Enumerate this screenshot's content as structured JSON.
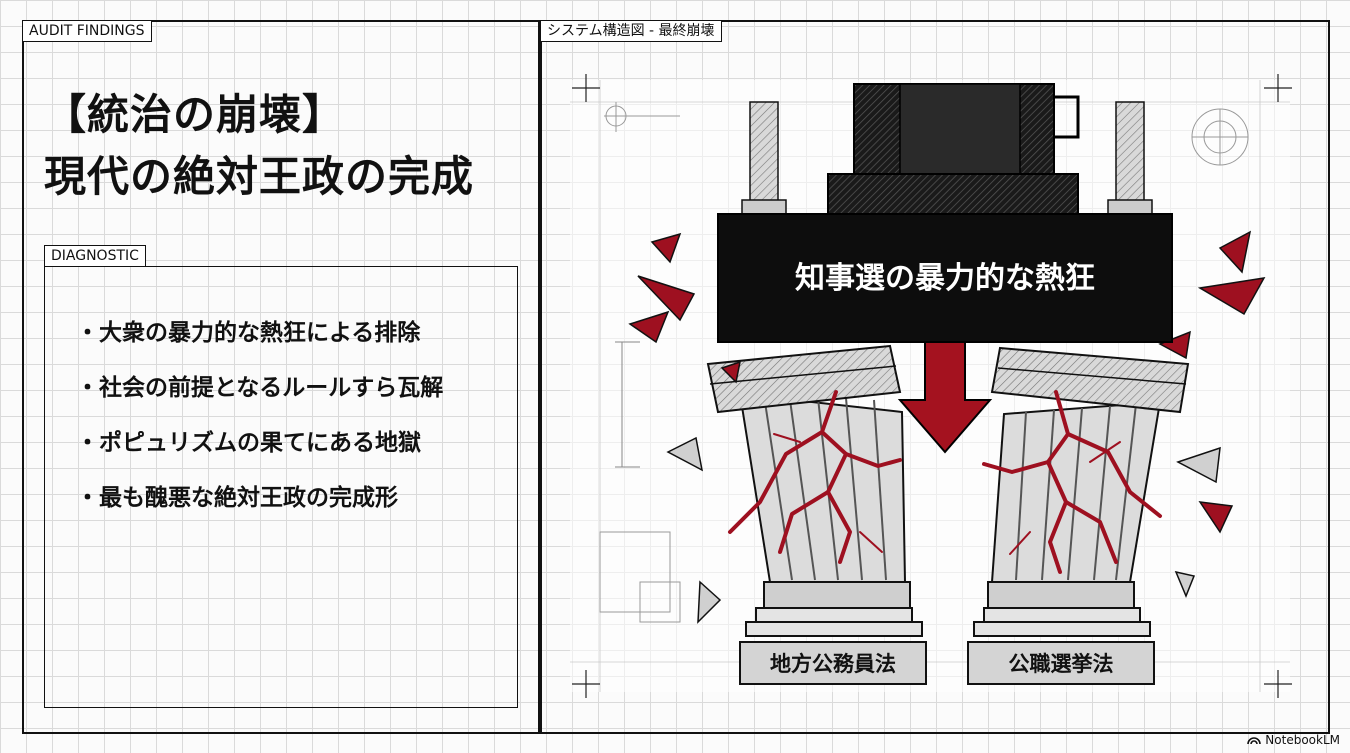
{
  "left_panel": {
    "tag": "AUDIT FINDINGS",
    "title_lines": [
      "【統治の崩壊】",
      "現代の絶対王政の完成"
    ],
    "diagnostic": {
      "tag": "DIAGNOSTIC",
      "bullets": [
        "大衆の暴力的な熱狂による排除",
        "社会の前提となるルールすら瓦解",
        "ポピュリズムの果てにある地獄",
        "最も醜悪な絶対王政の完成形"
      ]
    }
  },
  "right_panel": {
    "tag": "システム構造図 - 最終崩壊",
    "press_label": "知事選の暴力的な熱狂",
    "pillar_left_label": "地方公務員法",
    "pillar_right_label": "公職選挙法",
    "colors": {
      "crack_red": "#9e1020",
      "press_black": "#0d0d0d",
      "stone": "#d6d6d6"
    }
  },
  "footer": {
    "brand": "NotebookLM"
  }
}
